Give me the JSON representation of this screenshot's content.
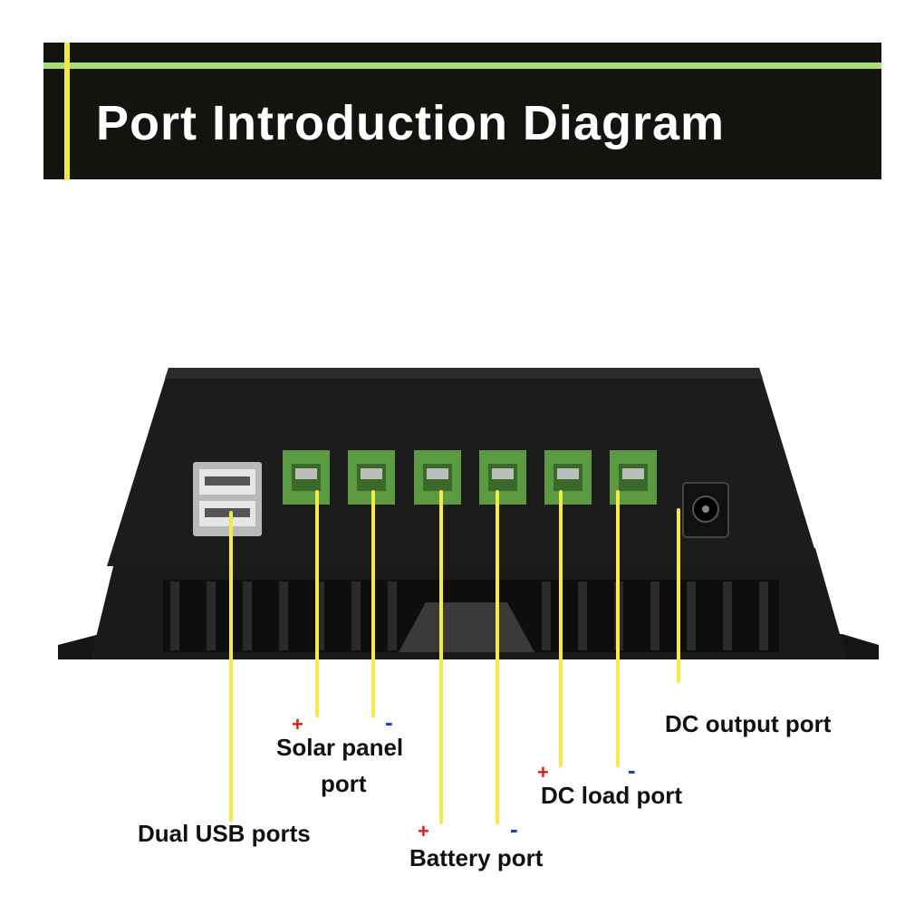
{
  "title": "Port Introduction Diagram",
  "labels": {
    "usb": "Dual USB ports",
    "solar_line1": "Solar panel",
    "solar_line2": "port",
    "battery": "Battery port",
    "dc_load": "DC load port",
    "dc_output": "DC output port"
  },
  "polarity": {
    "plus": "+",
    "minus": "-"
  },
  "colors": {
    "banner_bg": "#121410",
    "accent_green": "#a9dc76",
    "accent_yellow": "#f2e93d",
    "leader_line": "#f5ea4a",
    "plus": "#d81f1f",
    "minus": "#1e3fbf"
  }
}
